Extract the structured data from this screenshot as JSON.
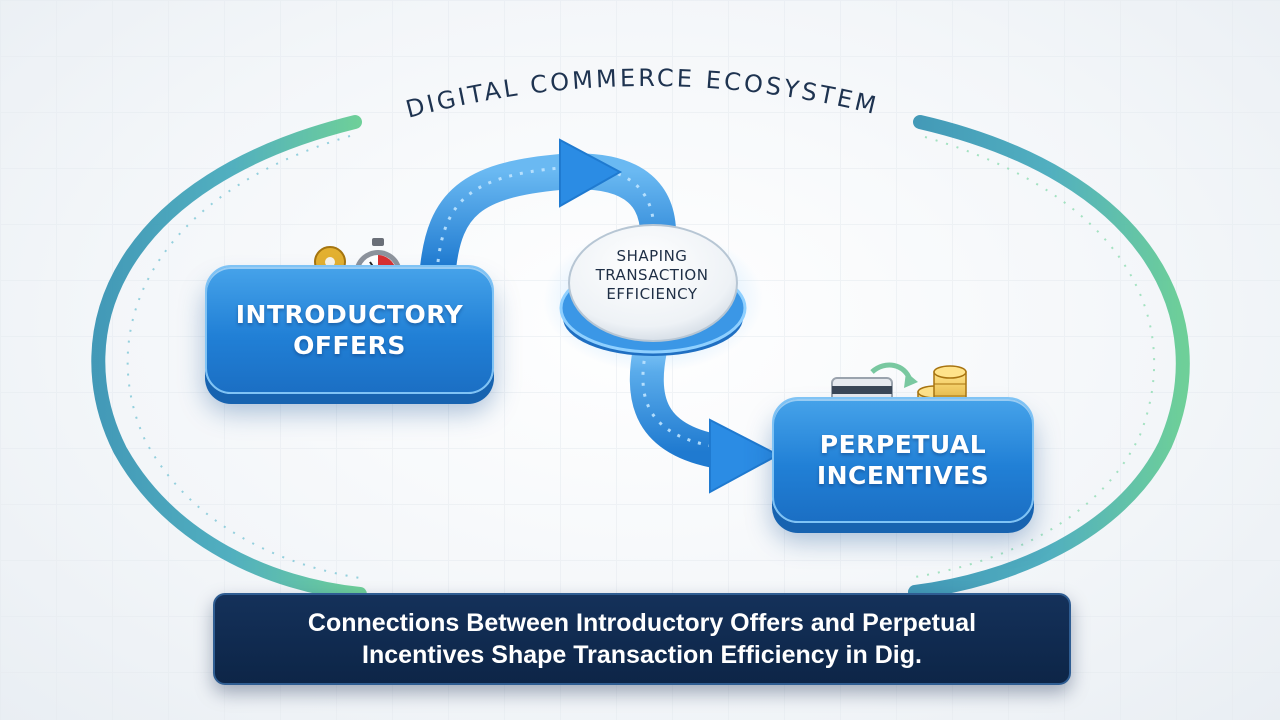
{
  "ecosystem": {
    "title": "DIGITAL COMMERCE ECOSYSTEM"
  },
  "nodes": {
    "intro": {
      "label": "INTRODUCTORY\nOFFERS"
    },
    "hub": {
      "label": "SHAPING\nTRANSACTION\nEFFICIENCY"
    },
    "perp": {
      "label": "PERPETUAL\nINCENTIVES"
    }
  },
  "caption": {
    "text": "Connections Between Introductory Offers and Perpetual\nIncentives Shape Transaction Efficiency in Dig."
  },
  "icons": {
    "intro": [
      "key-icon",
      "stopwatch-icon"
    ],
    "perp": [
      "credit-card-icon",
      "recycle-arrows-icon",
      "coin-stack-icon"
    ]
  },
  "colors": {
    "ring_start": "#2f8fb0",
    "ring_end": "#5fcb8e",
    "box_blue": "#2180d6",
    "arrow_blue": "#2b8ce4",
    "caption_bg": "#0d2547"
  }
}
